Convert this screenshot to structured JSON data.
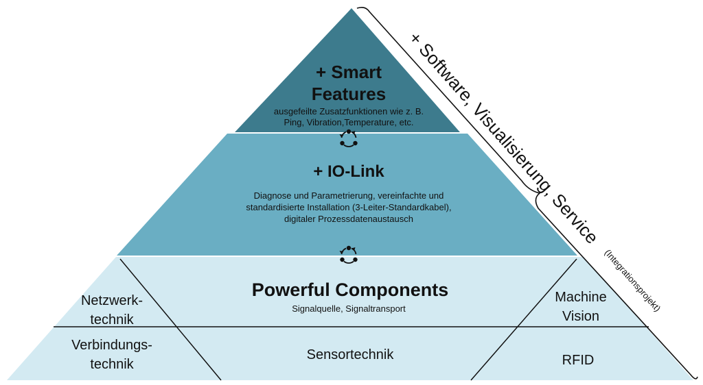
{
  "tiers": {
    "top": {
      "title_line1": "+ Smart",
      "title_line2": "Features",
      "desc_line1": "ausgefeilte Zusatzfunktionen wie z. B.",
      "desc_line2": "Ping, Vibration,Temperature, etc."
    },
    "middle": {
      "title": "+ IO-Link",
      "desc_line1": "Diagnose und Parametrierung, vereinfachte und",
      "desc_line2": "standardisierte Installation (3-Leiter-Standardkabel),",
      "desc_line3": "digitaler Prozessdatenaustausch"
    },
    "bottom": {
      "title": "Powerful Components",
      "subtitle": "Signalquelle, Signaltransport",
      "cells": {
        "left_upper_line1": "Netzwerk-",
        "left_upper_line2": "technik",
        "left_lower_line1": "Verbindungs-",
        "left_lower_line2": "technik",
        "center_lower": "Sensortechnik",
        "right_upper_line1": "Machine",
        "right_upper_line2": "Vision",
        "right_lower": "RFID"
      }
    }
  },
  "side_label": {
    "main": "+ Software, Visualisierung, Service",
    "note": "(Integrationsprojekt)"
  },
  "icons": [
    "cycle-icon",
    "cycle-icon"
  ],
  "colors": {
    "top_tier": "#3d7b8d",
    "middle_tier": "#6aaec3",
    "bottom_tier": "#d3eaf2",
    "line": "#111111"
  }
}
